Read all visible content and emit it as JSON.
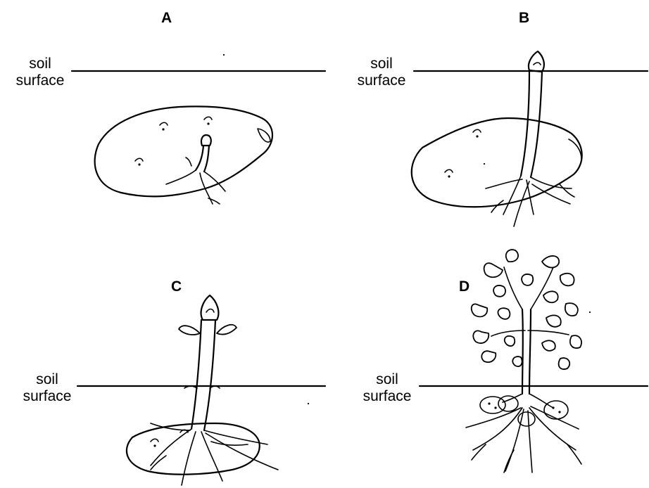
{
  "panels": [
    {
      "letter": "A",
      "soil_line1": "soil",
      "soil_line2": "surface"
    },
    {
      "letter": "B",
      "soil_line1": "soil",
      "soil_line2": "surface"
    },
    {
      "letter": "C",
      "soil_line1": "soil",
      "soil_line2": "surface"
    },
    {
      "letter": "D",
      "soil_line1": "soil",
      "soil_line2": "surface"
    }
  ],
  "colors": {
    "ink": "#000000",
    "background": "#ffffff"
  },
  "icons": [
    "potato-tuber",
    "sprout",
    "shoot",
    "potato-plant",
    "roots",
    "soil-surface-line"
  ]
}
